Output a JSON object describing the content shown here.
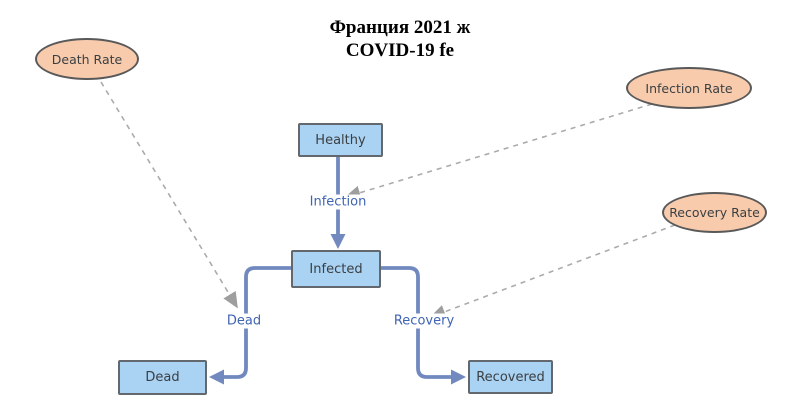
{
  "title": {
    "line1": "Франция 2021 ж",
    "line2": "COVID-19 fe"
  },
  "nodes": {
    "healthy": {
      "label": "Healthy"
    },
    "infected": {
      "label": "Infected"
    },
    "dead": {
      "label": "Dead"
    },
    "recovered": {
      "label": "Recovered"
    }
  },
  "rates": {
    "death": {
      "label": "Death Rate"
    },
    "infection": {
      "label": "Infection Rate"
    },
    "recovery": {
      "label": "Recovery Rate"
    }
  },
  "flow_labels": {
    "infection": "Infection",
    "dead": "Dead",
    "recovery": "Recovery"
  },
  "colors": {
    "node_fill": "#A9D2F3",
    "node_border": "#62686D",
    "ellipse_fill": "#F8CBAD",
    "ellipse_border": "#595959",
    "flow": "#7189BE",
    "flow_label": "#3F63B5",
    "dashed": "#ABABAB",
    "dashed_head": "#9E9E9E",
    "label_text": "#3A3F42",
    "title_text": "#000000"
  }
}
